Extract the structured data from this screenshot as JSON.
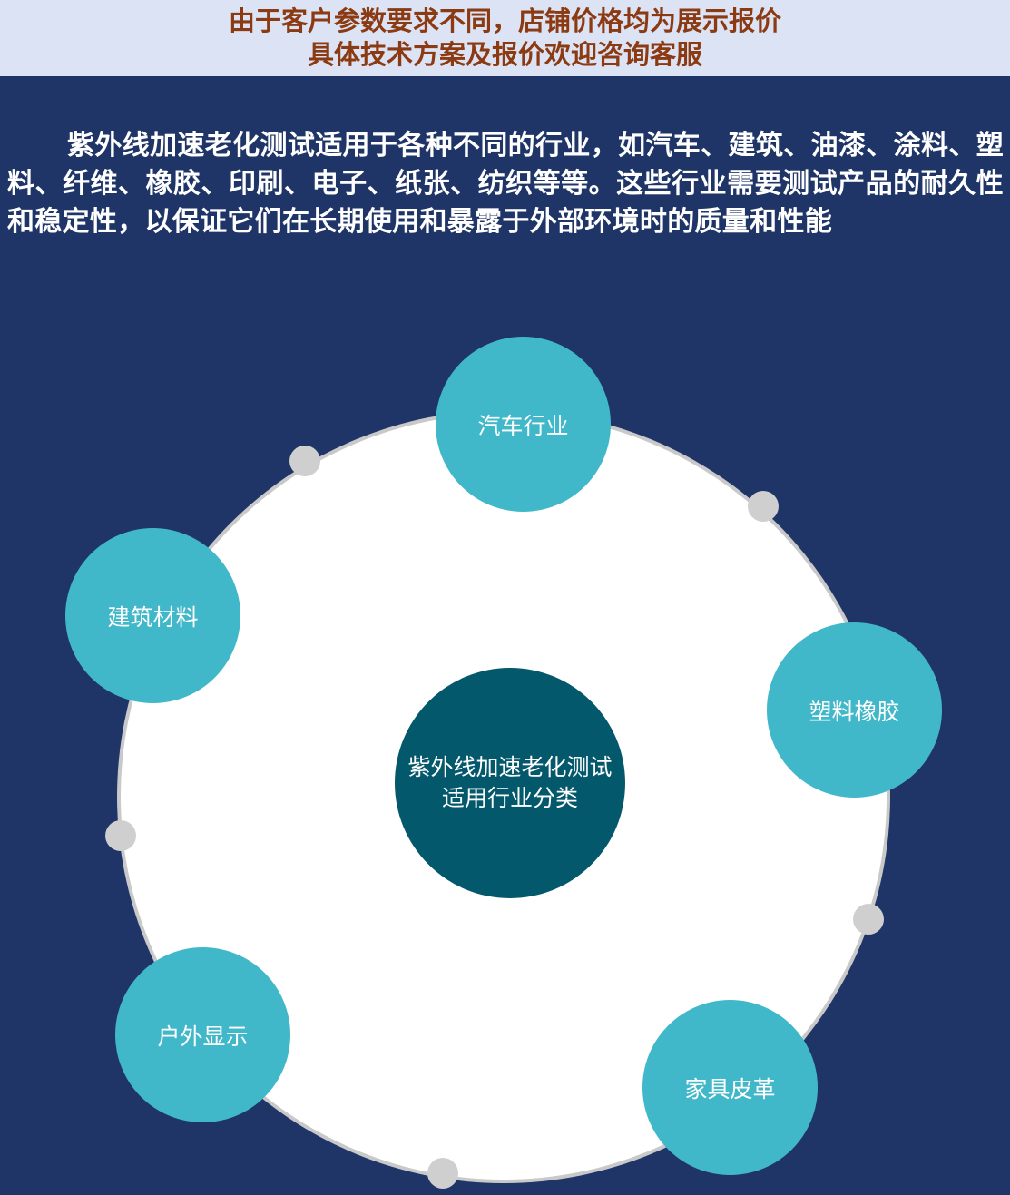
{
  "banner": {
    "line1": "由于客户参数要求不同，店铺价格均为展示报价",
    "line2": "具体技术方案及报价欢迎咨询客服"
  },
  "intro": "紫外线加速老化测试适用于各种不同的行业，如汽车、建筑、油漆、涂料、塑料、纤维、橡胶、印刷、电子、纸张、纺织等等。这些行业需要测试产品的耐久性和稳定性，以保证它们在长期使用和暴露于外部环境时的质量和性能",
  "diagram": {
    "center": {
      "line1": "紫外线加速老化测试",
      "line2": "适用行业分类"
    },
    "nodes": [
      {
        "label": "汽车行业"
      },
      {
        "label": "塑料橡胶"
      },
      {
        "label": "家具皮革"
      },
      {
        "label": "户外显示"
      },
      {
        "label": "建筑材料"
      }
    ]
  },
  "colors": {
    "panel": "#1f3567",
    "banner_bg": "#dbe3f5",
    "banner_text": "#8b3a12",
    "node": "#41b8c9",
    "center": "#04586b",
    "ring": "#ffffff",
    "dot": "#cfcfcf"
  }
}
